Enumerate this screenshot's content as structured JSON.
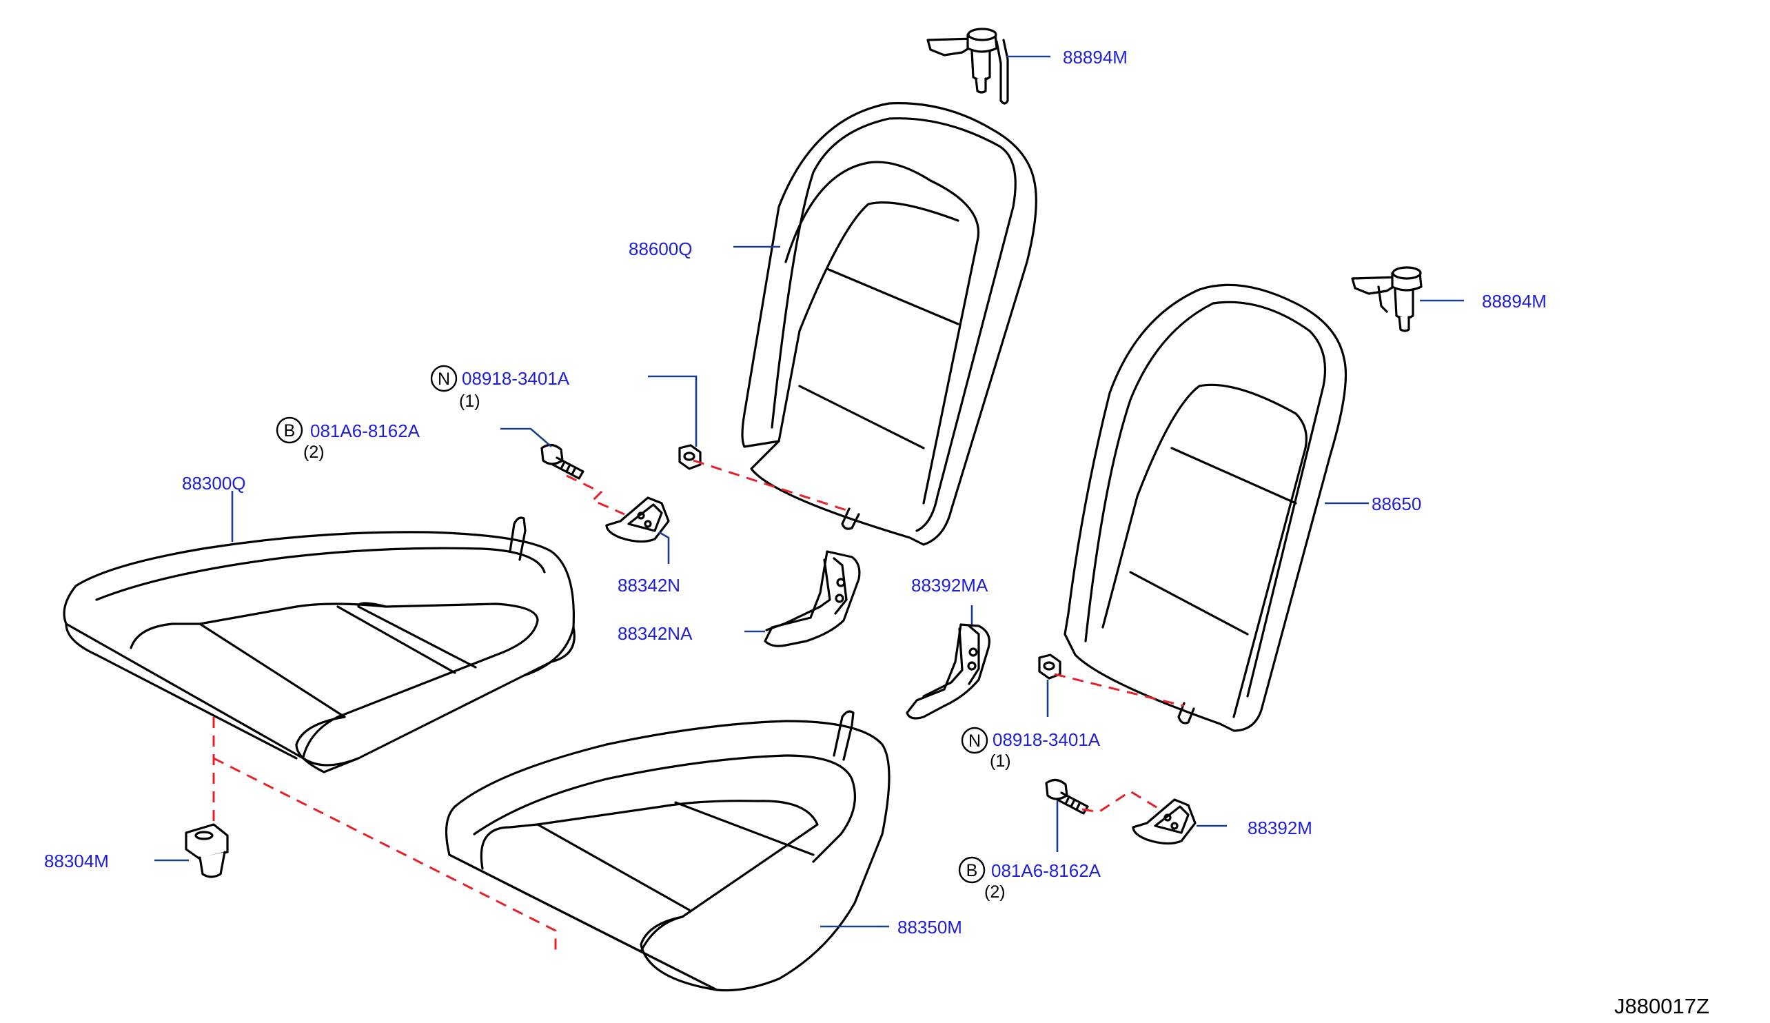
{
  "diagram_code": "J880017Z",
  "colors": {
    "part_number": "#1f1fd6",
    "leader": "#1a3d8f",
    "hidden_line": "#e8202a",
    "outline": "#000000"
  },
  "callouts": [
    {
      "id": "headrest_holder_left",
      "part_number": "88894M"
    },
    {
      "id": "seatback_left",
      "part_number": "88600Q"
    },
    {
      "id": "headrest_holder_right",
      "part_number": "88894M"
    },
    {
      "id": "seatback_right",
      "part_number": "88650"
    },
    {
      "id": "nut_left",
      "symbol": "N",
      "part_number": "08918-3401A",
      "quantity": "(1)"
    },
    {
      "id": "bolt_left",
      "symbol": "B",
      "part_number": "081A6-8162A",
      "quantity": "(2)"
    },
    {
      "id": "cushion_left",
      "part_number": "88300Q"
    },
    {
      "id": "hook_left",
      "part_number": "88342N"
    },
    {
      "id": "bracket_left",
      "part_number": "88342NA"
    },
    {
      "id": "bracket_right",
      "part_number": "88392MA"
    },
    {
      "id": "nut_right",
      "symbol": "N",
      "part_number": "08918-3401A",
      "quantity": "(1)"
    },
    {
      "id": "hook_right",
      "part_number": "88392M"
    },
    {
      "id": "clip",
      "part_number": "88304M"
    },
    {
      "id": "bolt_right",
      "symbol": "B",
      "part_number": "081A6-8162A",
      "quantity": "(2)"
    },
    {
      "id": "cushion_right",
      "part_number": "88350M"
    }
  ]
}
